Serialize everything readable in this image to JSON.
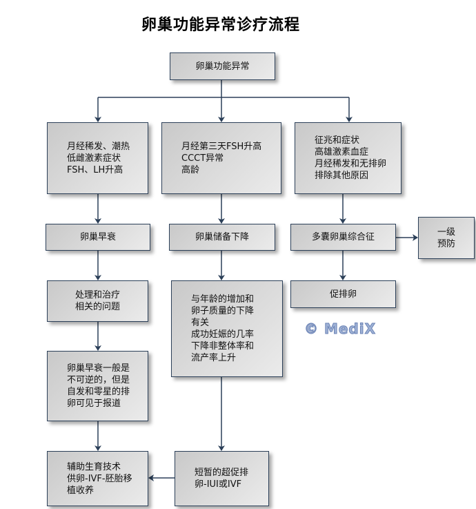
{
  "title": "卵巢功能异常诊疗流程",
  "watermark": "© MediX",
  "colors": {
    "connector": "#2b3f58",
    "box_fill": "#d9d9d9",
    "watermark": "#9fb2d6"
  },
  "nodes": {
    "root": [
      "卵巢功能异常"
    ],
    "symptoms_poi": [
      "月经稀发、潮热",
      "低雌激素症状",
      "FSH、LH升高"
    ],
    "symptoms_dor": [
      "月经第三天FSH升高",
      "CCCT异常",
      "高龄"
    ],
    "symptoms_pcos": [
      "征兆和症状",
      "高雄激素血症",
      "月经稀发和无排卵",
      "排除其他原因"
    ],
    "poi": [
      "卵巢早衰"
    ],
    "dor": [
      "卵巢储备下降"
    ],
    "pcos": [
      "多囊卵巢综合征"
    ],
    "prevention": [
      "一级",
      "预防"
    ],
    "treat_related": [
      "处理和治疗",
      "相关的问题"
    ],
    "dor_note": [
      "与年龄的增加和",
      "卵子质量的下降",
      "有关",
      "成功妊娠的几率",
      "下降非整体率和",
      "流产率上升"
    ],
    "ovulation_induction": [
      "促排卵"
    ],
    "poi_note": [
      "卵巢早衰一般是",
      "不可逆的，但是",
      "自发和零星的排",
      "卵可见于报道"
    ],
    "art": [
      "辅助生育技术",
      "供卵-IVF-胚胎移",
      "植收养"
    ],
    "short_stim": [
      "短暂的超促排",
      "卵-IUI或IVF"
    ]
  }
}
